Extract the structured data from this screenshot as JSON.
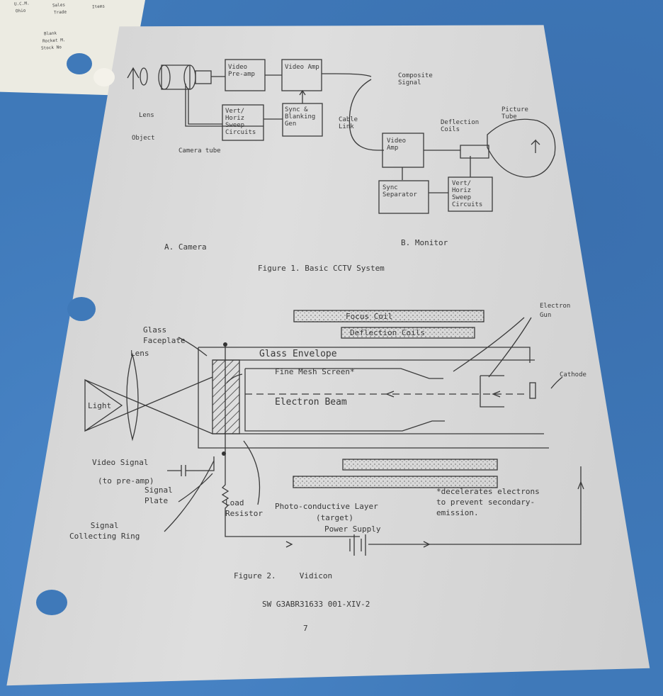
{
  "tag": {
    "lines": [
      "U.C.M.",
      "Ohio",
      "Sales",
      "Trade",
      "Blank",
      "Rocket M.",
      "Stock No",
      "Items"
    ]
  },
  "figure1": {
    "labels": {
      "lens": "Lens",
      "object": "Object",
      "camera_tube": "Camera tube",
      "video_preamp": "Video Pre-amp",
      "video_amp": "Video Amp",
      "vert_horiz_sweep": "Vert/ Horiz Sweep Circuits",
      "sync_blanking": "Sync & Blanking Gen",
      "composite_signal": "Composite Signal",
      "coax_link": "Cable Link",
      "monitor_video_amp": "Video Amp",
      "sync_separator": "Sync Separator",
      "monitor_sweep": "Vert/ Horiz Sweep Circuits",
      "deflection_coils": "Deflection Coils",
      "picture_tube": "Picture Tube"
    },
    "sub_a": "A.  Camera",
    "sub_b": "B.  Monitor",
    "caption": "Figure 1.  Basic CCTV System"
  },
  "figure2": {
    "labels": {
      "glass_faceplate": "Glass\nFaceplate",
      "lens": "Lens",
      "light": "Light",
      "focus_coil": "Focus Coil",
      "deflection_coils": "Deflection Coils",
      "glass_envelope": "Glass Envelope",
      "fine_mesh_screen": "Fine Mesh Screen*",
      "electron_beam": "Electron Beam",
      "electron_gun": "Electron\nGun",
      "cathode": "Cathode",
      "video_signal": "Video Signal",
      "to_preamp": "(to pre-amp)",
      "signal_plate": "Signal\nPlate",
      "load_resistor": "Load\nResistor",
      "photo_layer": "Photo-conductive Layer",
      "target": "(target)",
      "power_supply": "Power Supply",
      "signal_ring": "Signal\nCollecting Ring",
      "note": "*decelerates electrons\nto prevent secondary-\nemission."
    },
    "caption": "Figure 2.     Vidicon"
  },
  "footer": {
    "doc_id": "SW G3ABR31633  001-XIV-2",
    "page": "7"
  },
  "colors": {
    "paper": "#dcdcdc",
    "ink": "#383838",
    "background": "#3f79b9",
    "tag": "#ecebe2"
  }
}
